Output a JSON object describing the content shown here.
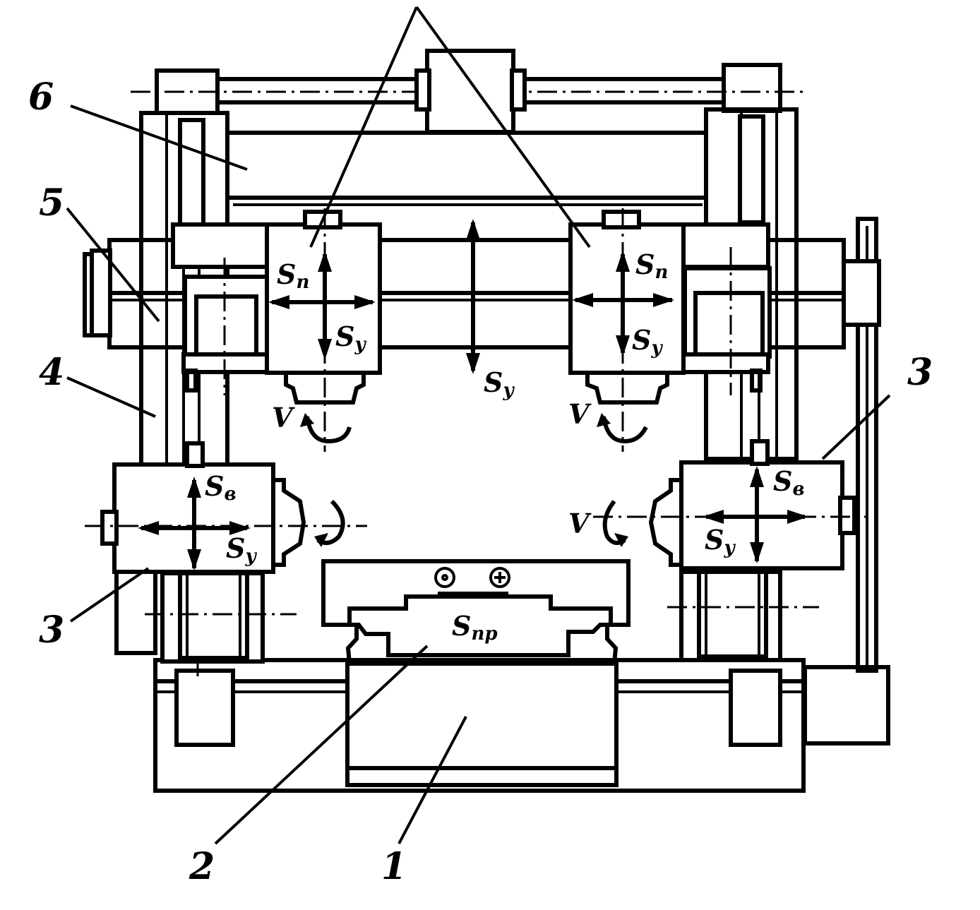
{
  "callouts": {
    "c1": "1",
    "c2": "2",
    "c3_left": "3",
    "c3_right": "3",
    "c4": "4",
    "c5": "5",
    "c6": "6"
  },
  "motion_symbols": {
    "sp_left": {
      "main": "S",
      "sub": "n"
    },
    "sy_left_spindle": {
      "main": "S",
      "sub": "y"
    },
    "sp_right": {
      "main": "S",
      "sub": "n"
    },
    "sy_right_spindle": {
      "main": "S",
      "sub": "y"
    },
    "sy_crossrail": {
      "main": "S",
      "sub": "y"
    },
    "sv_left": {
      "main": "S",
      "sub": "в"
    },
    "sy_left_side": {
      "main": "S",
      "sub": "y"
    },
    "sv_right": {
      "main": "S",
      "sub": "в"
    },
    "sy_right_side": {
      "main": "S",
      "sub": "y"
    },
    "spr_table": {
      "main": "S",
      "sub": "пр"
    }
  },
  "rotation_labels": {
    "v_top_left": "V",
    "v_top_right": "V",
    "v_side_right": "V"
  }
}
